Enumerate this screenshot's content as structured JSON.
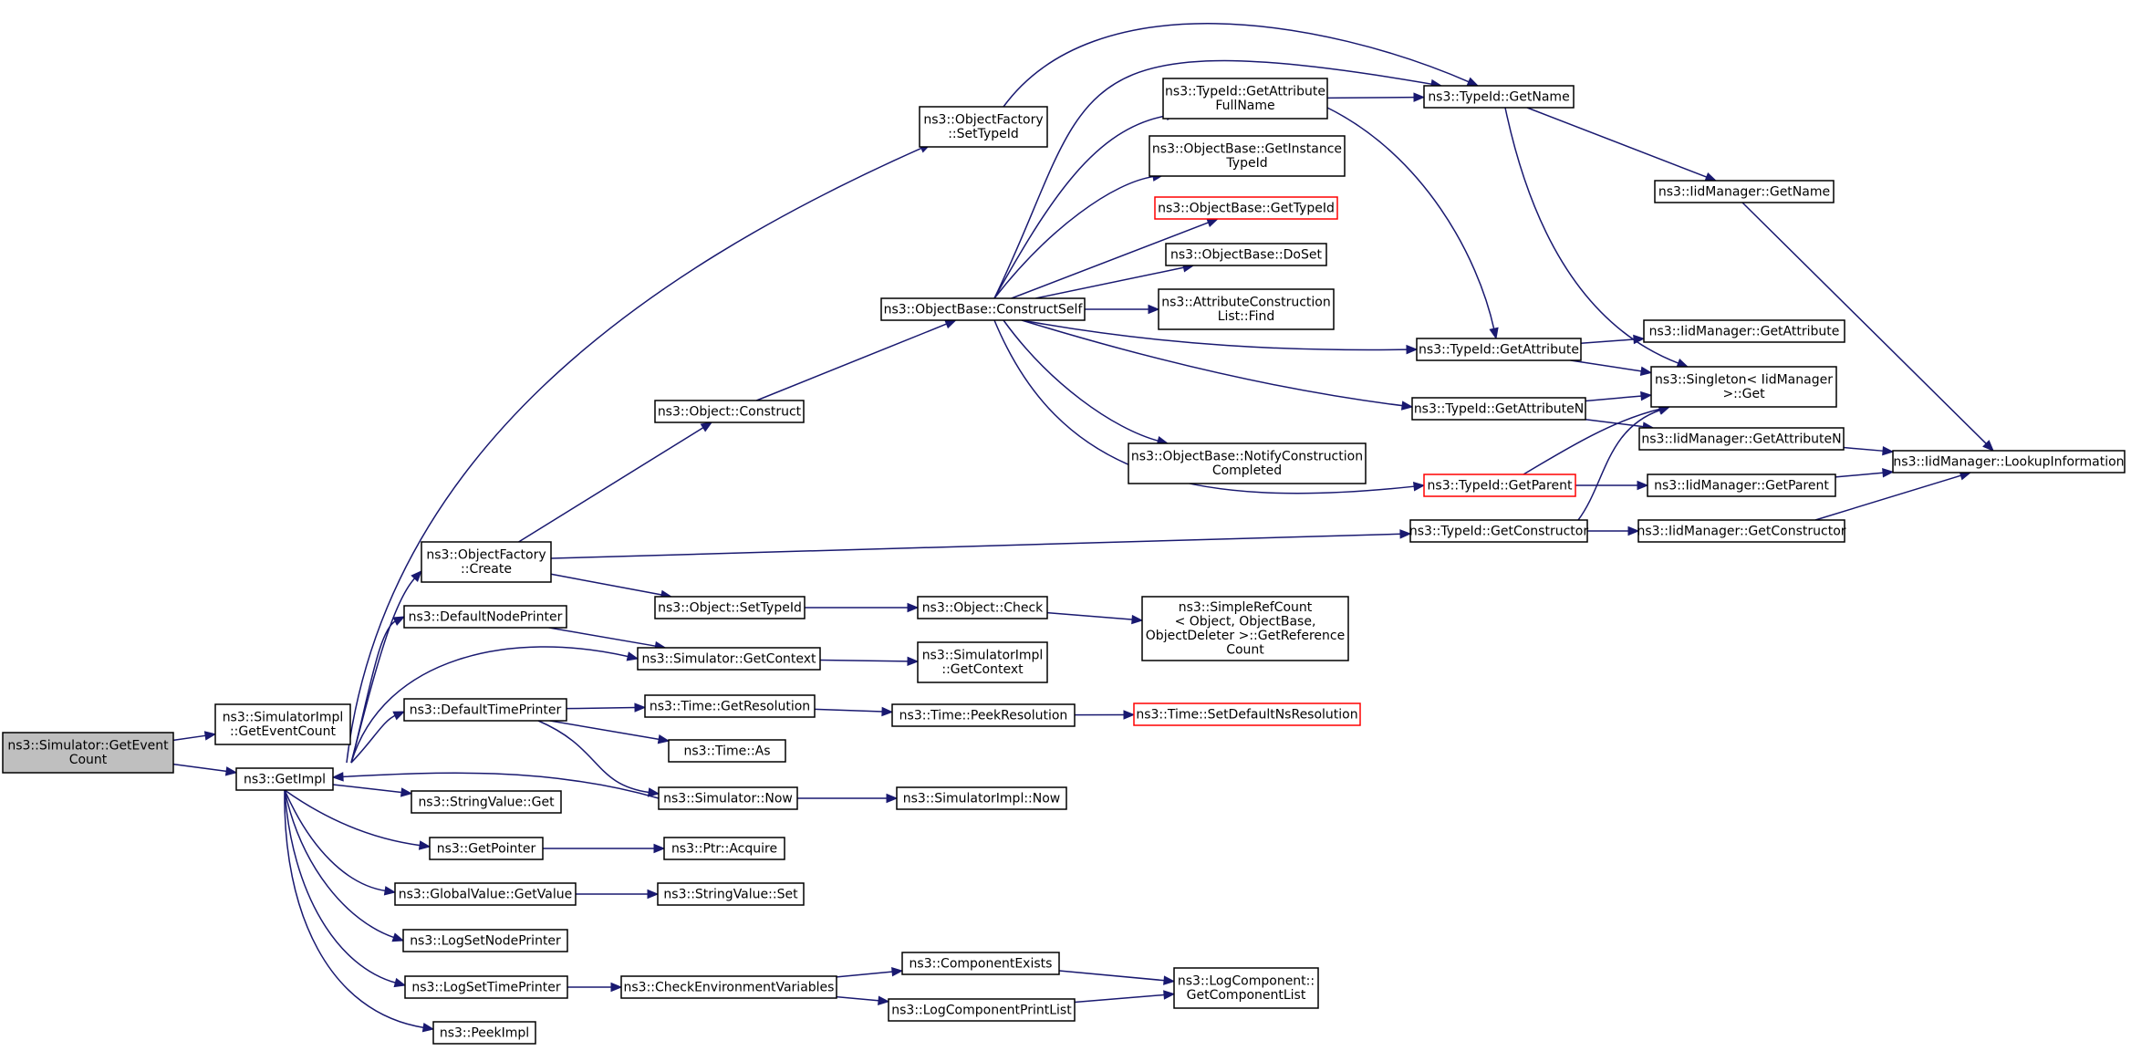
{
  "colors": {
    "edge": "#191970",
    "node_border": "#000000",
    "node_border_highlight": "#ff0000",
    "root_fill": "#bfbfbf",
    "node_fill": "#ffffff"
  },
  "nodes": [
    {
      "id": "root",
      "lines": [
        "ns3::Simulator::GetEvent",
        "Count"
      ],
      "style": "root"
    },
    {
      "id": "simImplGetEventCount",
      "lines": [
        "ns3::SimulatorImpl",
        "::GetEventCount"
      ]
    },
    {
      "id": "getImpl",
      "lines": [
        "ns3::GetImpl"
      ]
    },
    {
      "id": "objFactorySetTypeId",
      "lines": [
        "ns3::ObjectFactory",
        "::SetTypeId"
      ]
    },
    {
      "id": "objFactoryCreate",
      "lines": [
        "ns3::ObjectFactory",
        "::Create"
      ]
    },
    {
      "id": "defaultNodePrinter",
      "lines": [
        "ns3::DefaultNodePrinter"
      ]
    },
    {
      "id": "defaultTimePrinter",
      "lines": [
        "ns3::DefaultTimePrinter"
      ]
    },
    {
      "id": "stringValueGet",
      "lines": [
        "ns3::StringValue::Get"
      ]
    },
    {
      "id": "getPointer",
      "lines": [
        "ns3::GetPointer"
      ]
    },
    {
      "id": "globalValueGetValue",
      "lines": [
        "ns3::GlobalValue::GetValue"
      ]
    },
    {
      "id": "logSetNodePrinter",
      "lines": [
        "ns3::LogSetNodePrinter"
      ]
    },
    {
      "id": "logSetTimePrinter",
      "lines": [
        "ns3::LogSetTimePrinter"
      ]
    },
    {
      "id": "peekImpl",
      "lines": [
        "ns3::PeekImpl"
      ]
    },
    {
      "id": "objectConstruct",
      "lines": [
        "ns3::Object::Construct"
      ]
    },
    {
      "id": "objectSetTypeId",
      "lines": [
        "ns3::Object::SetTypeId"
      ]
    },
    {
      "id": "simulatorGetContext",
      "lines": [
        "ns3::Simulator::GetContext"
      ]
    },
    {
      "id": "timeGetResolution",
      "lines": [
        "ns3::Time::GetResolution"
      ]
    },
    {
      "id": "timeAs",
      "lines": [
        "ns3::Time::As"
      ]
    },
    {
      "id": "simulatorNow",
      "lines": [
        "ns3::Simulator::Now"
      ]
    },
    {
      "id": "ptrAcquire",
      "lines": [
        "ns3::Ptr::Acquire"
      ]
    },
    {
      "id": "stringValueSet",
      "lines": [
        "ns3::StringValue::Set"
      ]
    },
    {
      "id": "checkEnvVars",
      "lines": [
        "ns3::CheckEnvironmentVariables"
      ]
    },
    {
      "id": "constructSelf",
      "lines": [
        "ns3::ObjectBase::ConstructSelf"
      ]
    },
    {
      "id": "objectCheck",
      "lines": [
        "ns3::Object::Check"
      ]
    },
    {
      "id": "simImplGetContext",
      "lines": [
        "ns3::SimulatorImpl",
        "::GetContext"
      ]
    },
    {
      "id": "timePeekResolution",
      "lines": [
        "ns3::Time::PeekResolution"
      ]
    },
    {
      "id": "simImplNow",
      "lines": [
        "ns3::SimulatorImpl::Now"
      ]
    },
    {
      "id": "componentExists",
      "lines": [
        "ns3::ComponentExists"
      ]
    },
    {
      "id": "logComponentPrintList",
      "lines": [
        "ns3::LogComponentPrintList"
      ]
    },
    {
      "id": "typeIdGetAttributeFullName",
      "lines": [
        "ns3::TypeId::GetAttribute",
        "FullName"
      ]
    },
    {
      "id": "objBaseGetInstanceTypeId",
      "lines": [
        "ns3::ObjectBase::GetInstance",
        "TypeId"
      ]
    },
    {
      "id": "objBaseGetTypeId",
      "lines": [
        "ns3::ObjectBase::GetTypeId"
      ],
      "style": "red"
    },
    {
      "id": "objBaseDoSet",
      "lines": [
        "ns3::ObjectBase::DoSet"
      ]
    },
    {
      "id": "attrConstructionListFind",
      "lines": [
        "ns3::AttributeConstruction",
        "List::Find"
      ]
    },
    {
      "id": "objBaseNotifyConstructionCompleted",
      "lines": [
        "ns3::ObjectBase::NotifyConstruction",
        "Completed"
      ]
    },
    {
      "id": "simpleRefCountGetRefCount",
      "lines": [
        "ns3::SimpleRefCount",
        "< Object, ObjectBase,",
        "ObjectDeleter >::GetReference",
        "Count"
      ]
    },
    {
      "id": "timeSetDefaultNsResolution",
      "lines": [
        "ns3::Time::SetDefaultNsResolution"
      ],
      "style": "red"
    },
    {
      "id": "logComponentGetComponentList",
      "lines": [
        "ns3::LogComponent::",
        "GetComponentList"
      ]
    },
    {
      "id": "typeIdGetName",
      "lines": [
        "ns3::TypeId::GetName"
      ]
    },
    {
      "id": "typeIdGetAttribute",
      "lines": [
        "ns3::TypeId::GetAttribute"
      ]
    },
    {
      "id": "typeIdGetAttributeN",
      "lines": [
        "ns3::TypeId::GetAttributeN"
      ]
    },
    {
      "id": "typeIdGetParent",
      "lines": [
        "ns3::TypeId::GetParent"
      ],
      "style": "red"
    },
    {
      "id": "typeIdGetConstructor",
      "lines": [
        "ns3::TypeId::GetConstructor"
      ]
    },
    {
      "id": "iidManagerGetName",
      "lines": [
        "ns3::IidManager::GetName"
      ]
    },
    {
      "id": "iidManagerGetAttribute",
      "lines": [
        "ns3::IidManager::GetAttribute"
      ]
    },
    {
      "id": "singletonGet",
      "lines": [
        "ns3::Singleton< IidManager",
        ">::Get"
      ]
    },
    {
      "id": "iidManagerGetAttributeN",
      "lines": [
        "ns3::IidManager::GetAttributeN"
      ]
    },
    {
      "id": "iidManagerGetParent",
      "lines": [
        "ns3::IidManager::GetParent"
      ]
    },
    {
      "id": "iidManagerGetConstructor",
      "lines": [
        "ns3::IidManager::GetConstructor"
      ]
    },
    {
      "id": "iidManagerLookupInformation",
      "lines": [
        "ns3::IidManager::LookupInformation"
      ]
    }
  ],
  "edges": [
    [
      "root",
      "simImplGetEventCount"
    ],
    [
      "root",
      "getImpl"
    ],
    [
      "getImpl",
      "objFactorySetTypeId"
    ],
    [
      "getImpl",
      "objFactoryCreate"
    ],
    [
      "getImpl",
      "defaultNodePrinter"
    ],
    [
      "getImpl",
      "simulatorGetContext"
    ],
    [
      "getImpl",
      "defaultTimePrinter"
    ],
    [
      "getImpl",
      "stringValueGet"
    ],
    [
      "getImpl",
      "getPointer"
    ],
    [
      "getImpl",
      "globalValueGetValue"
    ],
    [
      "getImpl",
      "logSetNodePrinter"
    ],
    [
      "getImpl",
      "logSetTimePrinter"
    ],
    [
      "getImpl",
      "peekImpl"
    ],
    [
      "objFactorySetTypeId",
      "typeIdGetName"
    ],
    [
      "objFactoryCreate",
      "objectConstruct"
    ],
    [
      "objFactoryCreate",
      "typeIdGetConstructor"
    ],
    [
      "objFactoryCreate",
      "objectSetTypeId"
    ],
    [
      "defaultNodePrinter",
      "simulatorGetContext"
    ],
    [
      "defaultTimePrinter",
      "timeGetResolution"
    ],
    [
      "defaultTimePrinter",
      "timeAs"
    ],
    [
      "defaultTimePrinter",
      "simulatorNow"
    ],
    [
      "simulatorNow",
      "getImpl"
    ],
    [
      "getPointer",
      "ptrAcquire"
    ],
    [
      "globalValueGetValue",
      "stringValueSet"
    ],
    [
      "logSetTimePrinter",
      "checkEnvVars"
    ],
    [
      "objectConstruct",
      "constructSelf"
    ],
    [
      "objectSetTypeId",
      "objectCheck"
    ],
    [
      "simulatorGetContext",
      "simImplGetContext"
    ],
    [
      "timeGetResolution",
      "timePeekResolution"
    ],
    [
      "simulatorNow",
      "simImplNow"
    ],
    [
      "checkEnvVars",
      "componentExists"
    ],
    [
      "checkEnvVars",
      "logComponentPrintList"
    ],
    [
      "constructSelf",
      "typeIdGetName"
    ],
    [
      "constructSelf",
      "typeIdGetAttributeFullName"
    ],
    [
      "constructSelf",
      "objBaseGetInstanceTypeId"
    ],
    [
      "constructSelf",
      "objBaseGetTypeId"
    ],
    [
      "constructSelf",
      "objBaseDoSet"
    ],
    [
      "constructSelf",
      "attrConstructionListFind"
    ],
    [
      "constructSelf",
      "typeIdGetAttribute"
    ],
    [
      "constructSelf",
      "typeIdGetAttributeN"
    ],
    [
      "constructSelf",
      "objBaseNotifyConstructionCompleted"
    ],
    [
      "constructSelf",
      "typeIdGetParent"
    ],
    [
      "objectCheck",
      "simpleRefCountGetRefCount"
    ],
    [
      "timePeekResolution",
      "timeSetDefaultNsResolution"
    ],
    [
      "componentExists",
      "logComponentGetComponentList"
    ],
    [
      "logComponentPrintList",
      "logComponentGetComponentList"
    ],
    [
      "typeIdGetAttributeFullName",
      "typeIdGetName"
    ],
    [
      "typeIdGetAttributeFullName",
      "typeIdGetAttribute"
    ],
    [
      "typeIdGetName",
      "iidManagerGetName"
    ],
    [
      "typeIdGetName",
      "singletonGet"
    ],
    [
      "typeIdGetAttribute",
      "iidManagerGetAttribute"
    ],
    [
      "typeIdGetAttribute",
      "singletonGet"
    ],
    [
      "typeIdGetAttributeN",
      "singletonGet"
    ],
    [
      "typeIdGetAttributeN",
      "iidManagerGetAttributeN"
    ],
    [
      "typeIdGetParent",
      "singletonGet"
    ],
    [
      "typeIdGetParent",
      "iidManagerGetParent"
    ],
    [
      "typeIdGetConstructor",
      "singletonGet"
    ],
    [
      "typeIdGetConstructor",
      "iidManagerGetConstructor"
    ],
    [
      "iidManagerGetName",
      "iidManagerLookupInformation"
    ],
    [
      "iidManagerGetAttributeN",
      "iidManagerLookupInformation"
    ],
    [
      "iidManagerGetParent",
      "iidManagerLookupInformation"
    ],
    [
      "iidManagerGetConstructor",
      "iidManagerLookupInformation"
    ]
  ]
}
